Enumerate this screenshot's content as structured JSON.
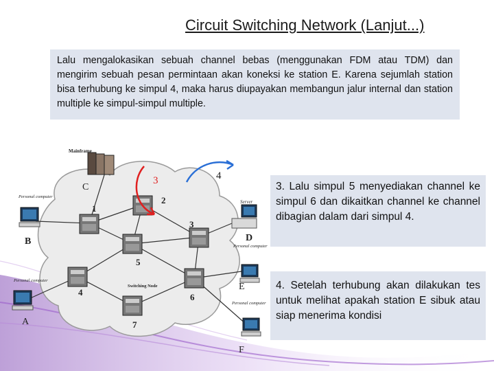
{
  "title": "Circuit Switching Network (Lanjut...)",
  "description": "Lalu mengalokasikan sebuah channel bebas (menggunakan FDM atau TDM) dan mengirim sebuah pesan permintaan akan koneksi ke station E. Karena sejumlah station bisa terhubung ke simpul 4, maka harus diupayakan membangun jalur internal dan station multiple ke simpul-simpul multiple.",
  "step3": "3. Lalu simpul 5 menyediakan channel ke simpul 6 dan dikaitkan channel ke channel dibagian dalam dari simpul 4.",
  "step4": "4. Setelah terhubung akan dilakukan tes untuk melihat apakah station E sibuk atau siap menerima kondisi",
  "diagram": {
    "arrow_label_3": "3",
    "arrow_label_4": "4",
    "mainframe_label": "Mainframe",
    "station_c": "C",
    "pc_b_label": "Personal computer",
    "station_b": "B",
    "pc_a_label": "Personal computer",
    "station_a": "A",
    "server_label": "Server",
    "station_d": "D",
    "pc_d_label": "Personal computer",
    "station_e": "E",
    "pc_f_label": "Personal computer",
    "station_f": "F",
    "switching_node_label": "Switching Node",
    "node_1": "1",
    "node_2": "2",
    "node_3": "3",
    "node_4": "4",
    "node_5": "5",
    "node_6": "6",
    "node_7": "7"
  },
  "colors": {
    "box_bg": "#dfe4ee",
    "arrow_red": "#e02020",
    "arrow_blue": "#2a6fd6",
    "cloud": "#ebebeb",
    "decor_purple": "#a77ad0"
  }
}
